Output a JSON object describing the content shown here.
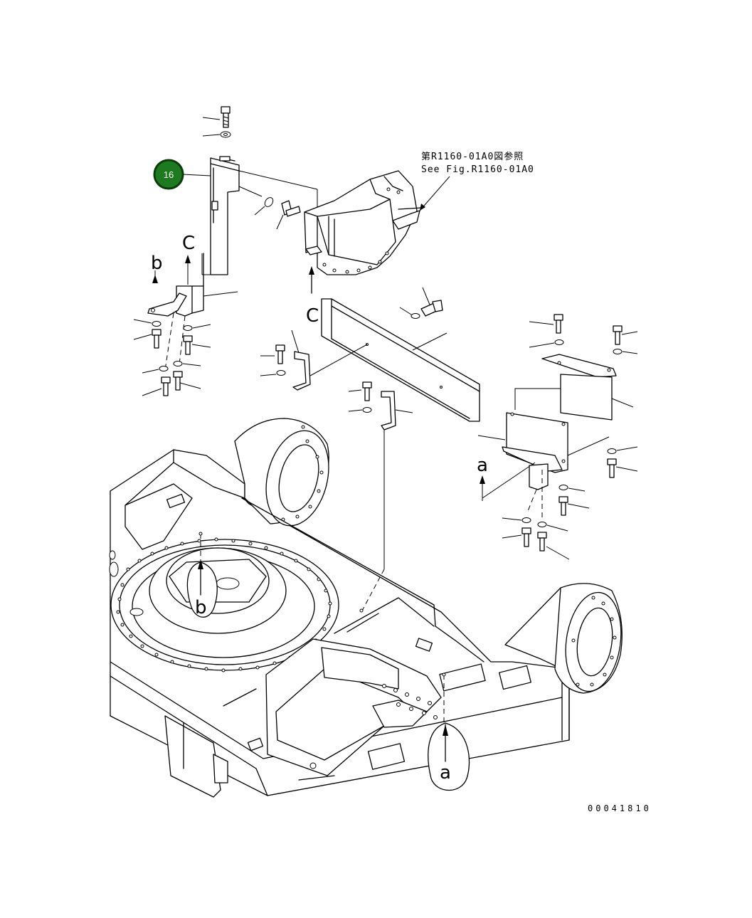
{
  "callout": {
    "number": "16",
    "color": "#1e7a1e"
  },
  "reference": {
    "line_jp": "第R1160-01A0図参照",
    "line_en": "See Fig.R1160-01A0"
  },
  "view_labels": {
    "b_top": "b",
    "c_top": "C",
    "c_mid": "C",
    "a_right": "a",
    "b_frame": "b",
    "a_frame": "a"
  },
  "drawing_code": "00041810"
}
